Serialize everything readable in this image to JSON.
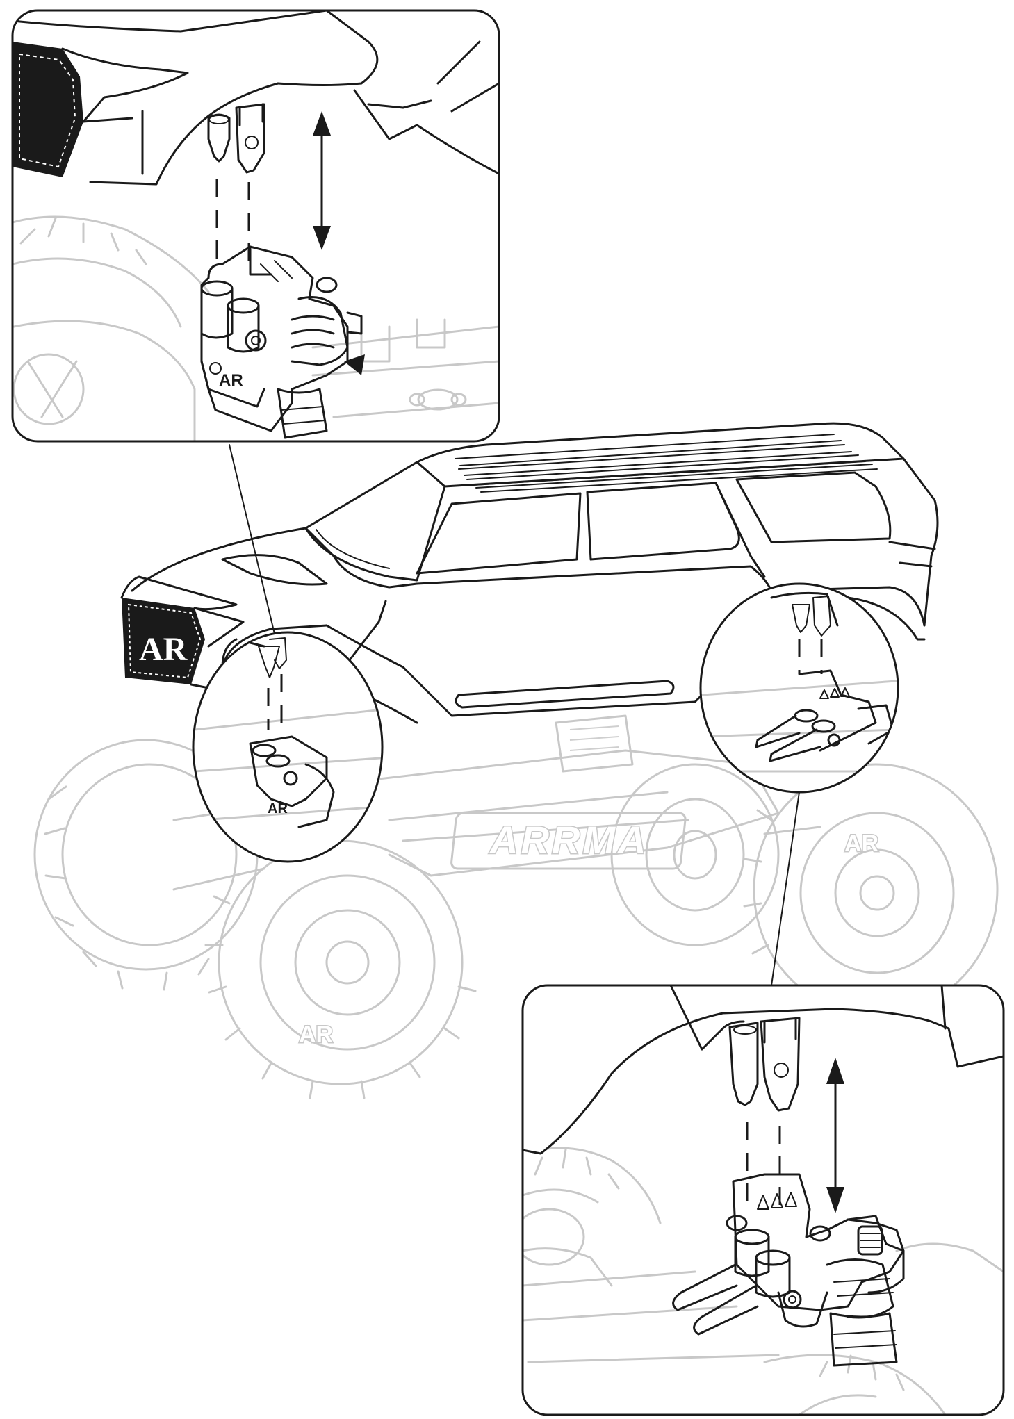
{
  "chassis_logo": "ARRMA",
  "brand_mark": "AR",
  "colors": {
    "ink": "#1a1a1a",
    "ghost": "#c8c8c8",
    "background": "#ffffff"
  },
  "icons": {
    "move_arrow": "double-headed-vertical-arrow",
    "callout_lens": "magnifier-circle"
  }
}
